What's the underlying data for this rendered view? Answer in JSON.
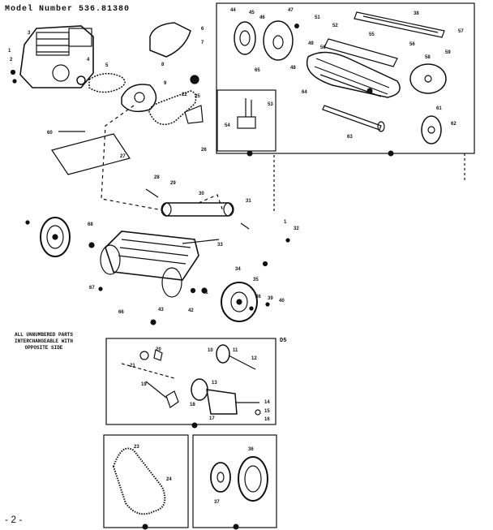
{
  "header": {
    "model_text": "Model Number 536.81380"
  },
  "note": {
    "text": "ALL UNNUMBERED PARTS INTERCHANGEABLE WITH OPPOSITE SIDE"
  },
  "footer": {
    "page_number": "- 2 -"
  },
  "section_label": "D5",
  "callouts": {
    "main": [
      "1",
      "2",
      "3",
      "4",
      "5",
      "6",
      "7",
      "8",
      "9",
      "10",
      "11",
      "12",
      "13",
      "14",
      "15",
      "16",
      "17",
      "18",
      "19",
      "20",
      "21",
      "22",
      "23",
      "24",
      "25",
      "26",
      "27",
      "28",
      "29",
      "30",
      "31",
      "32",
      "33",
      "34",
      "35",
      "36",
      "37",
      "38",
      "39",
      "40",
      "41",
      "42",
      "43",
      "44",
      "45",
      "46",
      "47",
      "48",
      "49",
      "50",
      "51",
      "52",
      "53",
      "54",
      "55",
      "56",
      "57",
      "58",
      "59",
      "60",
      "61",
      "62",
      "63",
      "64",
      "65",
      "66",
      "67",
      "68"
    ]
  }
}
